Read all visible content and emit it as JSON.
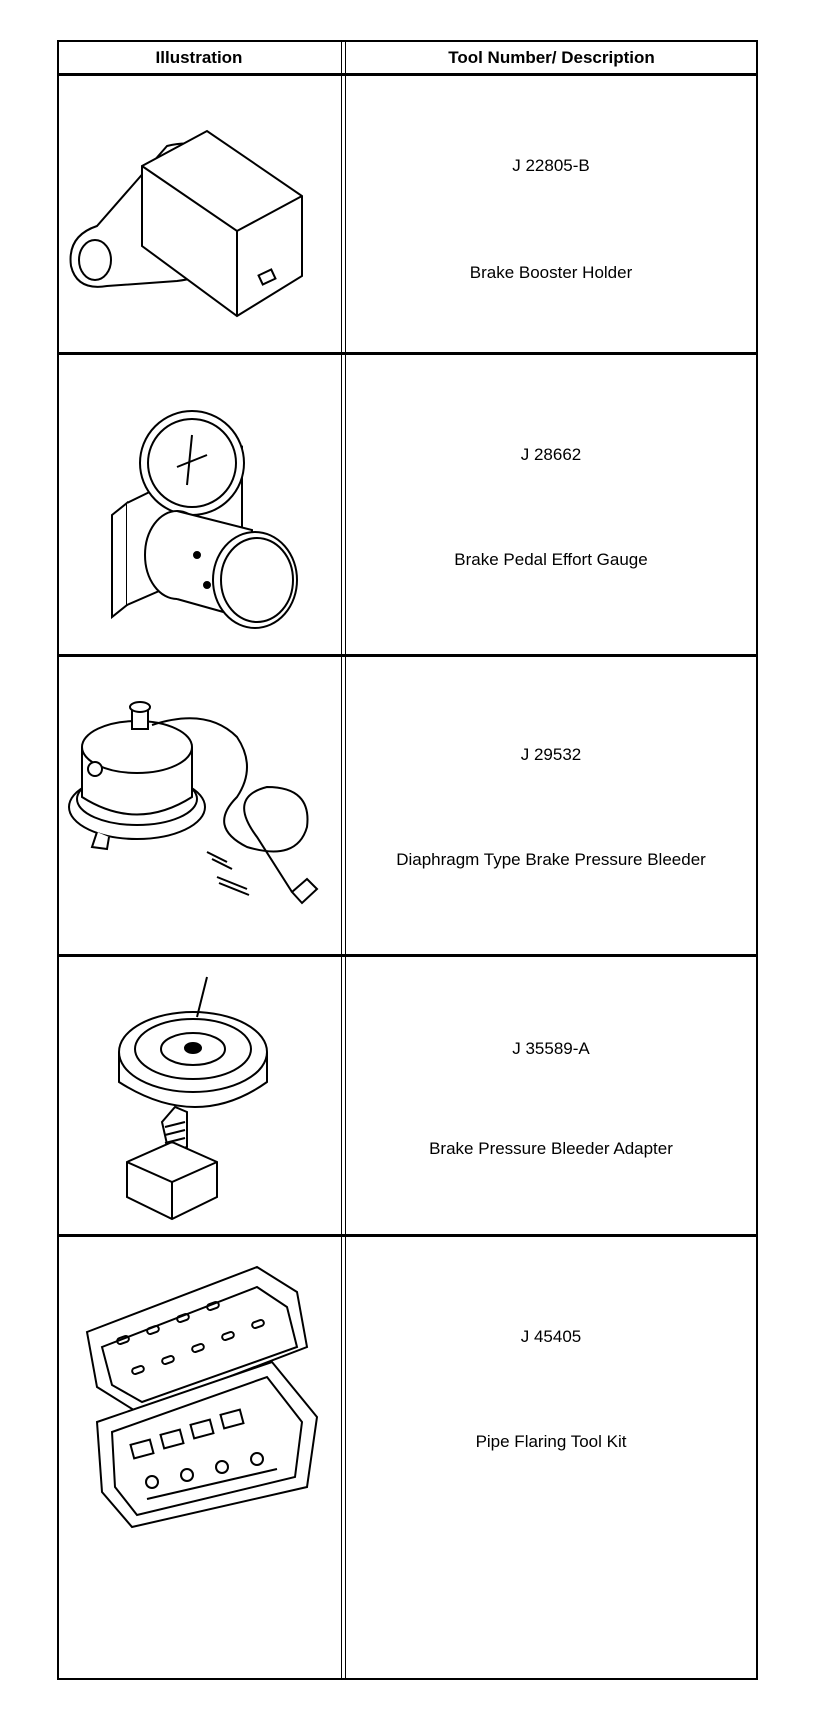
{
  "table": {
    "headers": {
      "illustration": "Illustration",
      "tool": "Tool Number/ Description"
    },
    "rows": [
      {
        "number": "J 22805-B",
        "description": "Brake Booster Holder",
        "icon": "brake-booster-holder-illustration"
      },
      {
        "number": "J 28662",
        "description": "Brake Pedal Effort Gauge",
        "icon": "brake-pedal-effort-gauge-illustration"
      },
      {
        "number": "J 29532",
        "description": "Diaphragm Type Brake Pressure Bleeder",
        "icon": "pressure-bleeder-illustration"
      },
      {
        "number": "J 35589-A",
        "description": "Brake Pressure Bleeder Adapter",
        "icon": "bleeder-adapter-illustration"
      },
      {
        "number": "J 45405",
        "description": "Pipe Flaring Tool Kit",
        "icon": "pipe-flaring-kit-illustration"
      }
    ]
  }
}
